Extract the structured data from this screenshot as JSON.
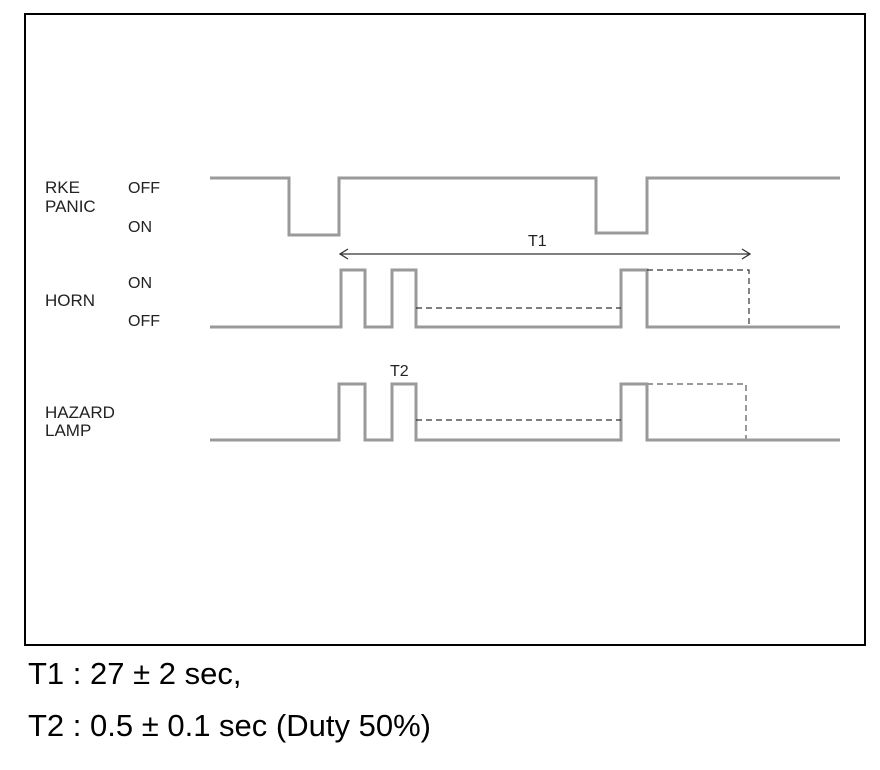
{
  "signals": {
    "rke_panic": {
      "label_line1": "RKE",
      "label_line2": "PANIC",
      "state_high": "OFF",
      "state_low": "ON"
    },
    "horn": {
      "label": "HORN",
      "state_high": "ON",
      "state_low": "OFF"
    },
    "hazard_lamp": {
      "label_line1": "HAZARD",
      "label_line2": "LAMP"
    }
  },
  "timing_labels": {
    "t1": "T1",
    "t2": "T2"
  },
  "notes": {
    "t1": "T1 : 27 ± 2 sec,",
    "t2": "T2 : 0.5 ± 0.1 sec (Duty 50%)"
  },
  "colors": {
    "waveform": "#9a9a9a",
    "frame": "#000000",
    "text": "#222222"
  }
}
